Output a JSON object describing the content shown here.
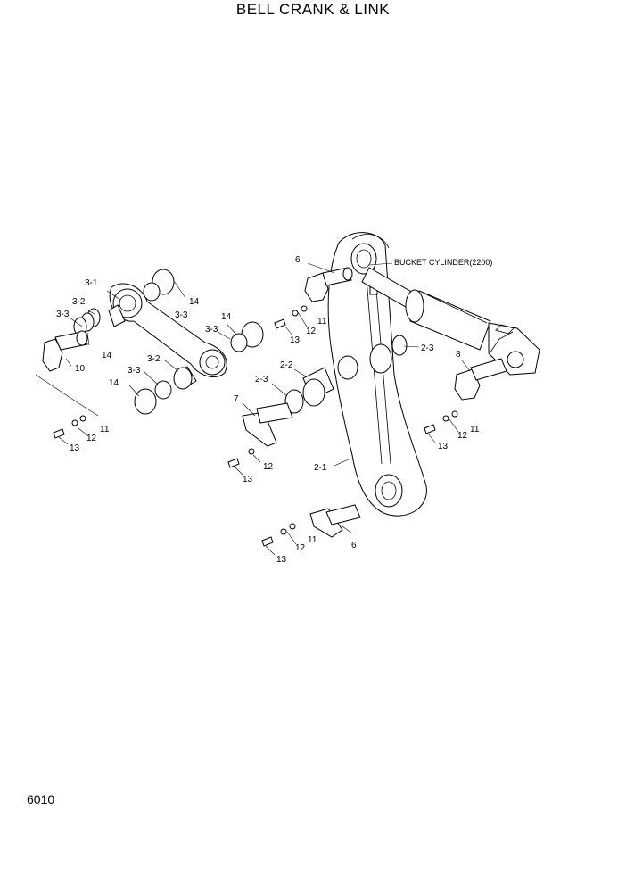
{
  "title": "BELL CRANK & LINK",
  "page_number": "6010",
  "callouts": {
    "l6a": "6",
    "lbucket": "BUCKET CYLINDER(2200)",
    "l11a": "11",
    "l12a": "12",
    "l13a": "13",
    "l14a": "14",
    "l33a": "3-3",
    "l31": "3-1",
    "l32a": "3-2",
    "l33b": "3-3",
    "l14b": "14",
    "l10": "10",
    "l14c": "14",
    "l33c": "3-3",
    "l32b": "3-2",
    "l14d": "14",
    "l33d": "3-3",
    "l12b": "12",
    "l11b": "11",
    "l13b": "13",
    "l22": "2-2",
    "l23a": "2-3",
    "l7": "7",
    "l12c": "12",
    "l13c": "13",
    "l23b": "2-3",
    "l8": "8",
    "l11c": "11",
    "l12d": "12",
    "l13d": "13",
    "l21": "2-1",
    "l11d": "11",
    "l12e": "12",
    "l13e": "13",
    "l6b": "6"
  }
}
